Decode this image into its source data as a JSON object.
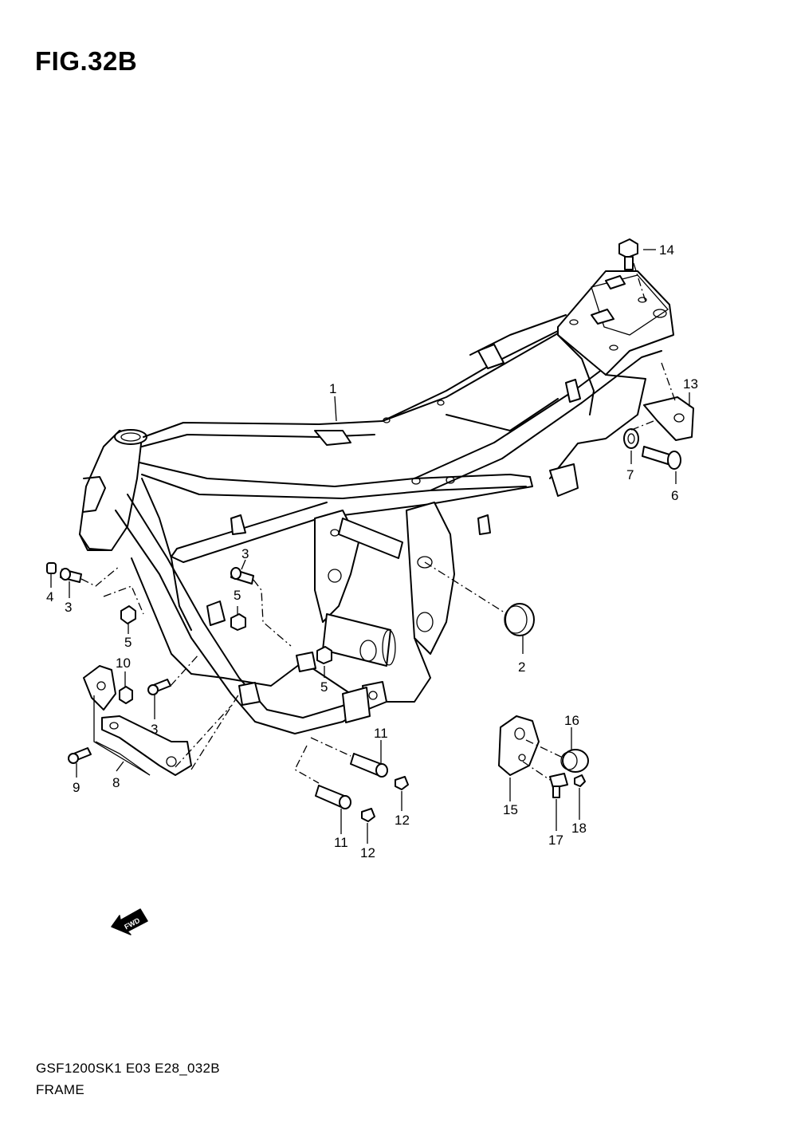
{
  "figure": {
    "title": "FIG.32B"
  },
  "callouts": [
    "1",
    "2",
    "3",
    "3",
    "3",
    "4",
    "5",
    "5",
    "5",
    "6",
    "7",
    "8",
    "9",
    "10",
    "11",
    "11",
    "12",
    "12",
    "13",
    "14",
    "15",
    "16",
    "17",
    "18"
  ],
  "fwd_label": "FWD",
  "footer": {
    "code": "GSF1200SK1 E03 E28_032B",
    "name": "FRAME"
  }
}
